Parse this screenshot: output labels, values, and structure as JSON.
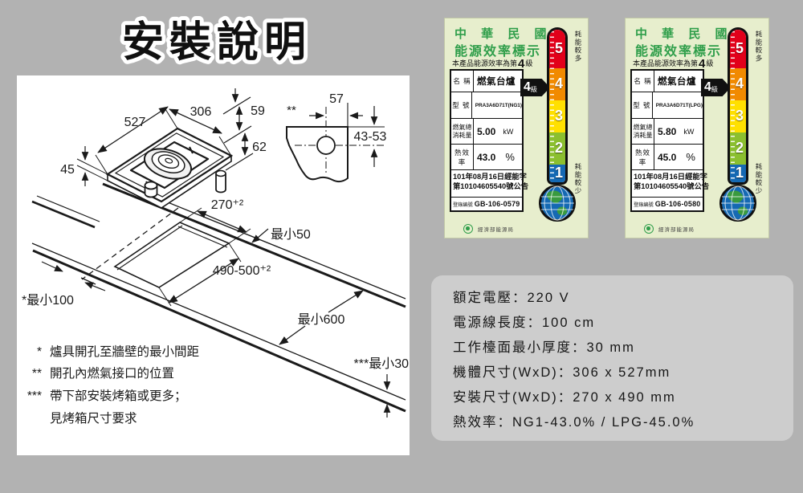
{
  "title": "安裝說明",
  "diagram": {
    "dims": {
      "d527": "527",
      "d306": "306",
      "d59": "59",
      "d62": "62",
      "d45": "45",
      "d57": "57",
      "d4353": "43-53",
      "dstar2": "**",
      "d270": "270⁺²",
      "dmin50": "最小50",
      "d490": "490-500⁺²",
      "dmin100": "*最小100",
      "dmin600": "最小600",
      "dmin30": "***最小30"
    },
    "notes": [
      {
        "marker": "*",
        "text": "爐具開孔至牆壁的最小間距"
      },
      {
        "marker": "**",
        "text": "開孔內燃氣接口的位置"
      },
      {
        "marker": "***",
        "text": "帶下部安裝烤箱或更多；"
      },
      {
        "marker": "",
        "text": "見烤箱尺寸要求"
      }
    ]
  },
  "energy_labels": [
    {
      "header_line1": "中 華 民 國",
      "header_line2": "能源效率標示",
      "subtitle_prefix": "本產品能源效率為第",
      "grade": "4",
      "subtitle_suffix": "級",
      "fields": {
        "name_label": "名 稱",
        "name_value": "燃氣台爐",
        "model_label": "型 號",
        "model_value": "PRA3A6D71T(NG1)",
        "gas_label_1": "燃氣總",
        "gas_label_2": "消耗量",
        "gas_value": "5.00",
        "gas_unit": "kW",
        "eff_label": "熱效率",
        "eff_value": "43.0",
        "eff_unit": "%"
      },
      "announcement_line1": "101年08月16日經能字",
      "announcement_line2": "第10104605540號公告",
      "registration_label": "登錄編號",
      "registration_value": "GB-106-0579",
      "badge_grade": "4",
      "badge_suffix": "級",
      "scale": [
        "5",
        "4",
        "3",
        "2",
        "1"
      ],
      "more_label": "耗能較多",
      "less_label": "耗能較少",
      "footer": "經濟部能源局"
    },
    {
      "header_line1": "中 華 民 國",
      "header_line2": "能源效率標示",
      "subtitle_prefix": "本產品能源效率為第",
      "grade": "4",
      "subtitle_suffix": "級",
      "fields": {
        "name_label": "名 稱",
        "name_value": "燃氣台爐",
        "model_label": "型 號",
        "model_value": "PRA3A6D71T(LPG)",
        "gas_label_1": "燃氣總",
        "gas_label_2": "消耗量",
        "gas_value": "5.80",
        "gas_unit": "kW",
        "eff_label": "熱效率",
        "eff_value": "45.0",
        "eff_unit": "%"
      },
      "announcement_line1": "101年08月16日經能字",
      "announcement_line2": "第10104605540號公告",
      "registration_label": "登錄編號",
      "registration_value": "GB-106-0580",
      "badge_grade": "4",
      "badge_suffix": "級",
      "scale": [
        "5",
        "4",
        "3",
        "2",
        "1"
      ],
      "more_label": "耗能較多",
      "less_label": "耗能較少",
      "footer": "經濟部能源局"
    }
  ],
  "specs": {
    "items": [
      "額定電壓：220 V",
      "電源線長度：100 cm",
      "工作檯面最小厚度：30 mm",
      "機體尺寸(WxD)：306 x 527mm",
      "安裝尺寸(WxD)：270 x 490 mm",
      "熱效率：NG1-43.0% / LPG-45.0%"
    ]
  },
  "colors": {
    "background_gray": "#b2b2b2",
    "spec_panel_gray": "#cdcdcd",
    "label_background": "#e7eecd",
    "label_green": "#2f9e4a",
    "scale_red": "#e2001a",
    "scale_orange": "#f18a00",
    "scale_yellow": "#ffe000",
    "scale_green": "#8bbf2f",
    "scale_blue": "#1569b3"
  }
}
